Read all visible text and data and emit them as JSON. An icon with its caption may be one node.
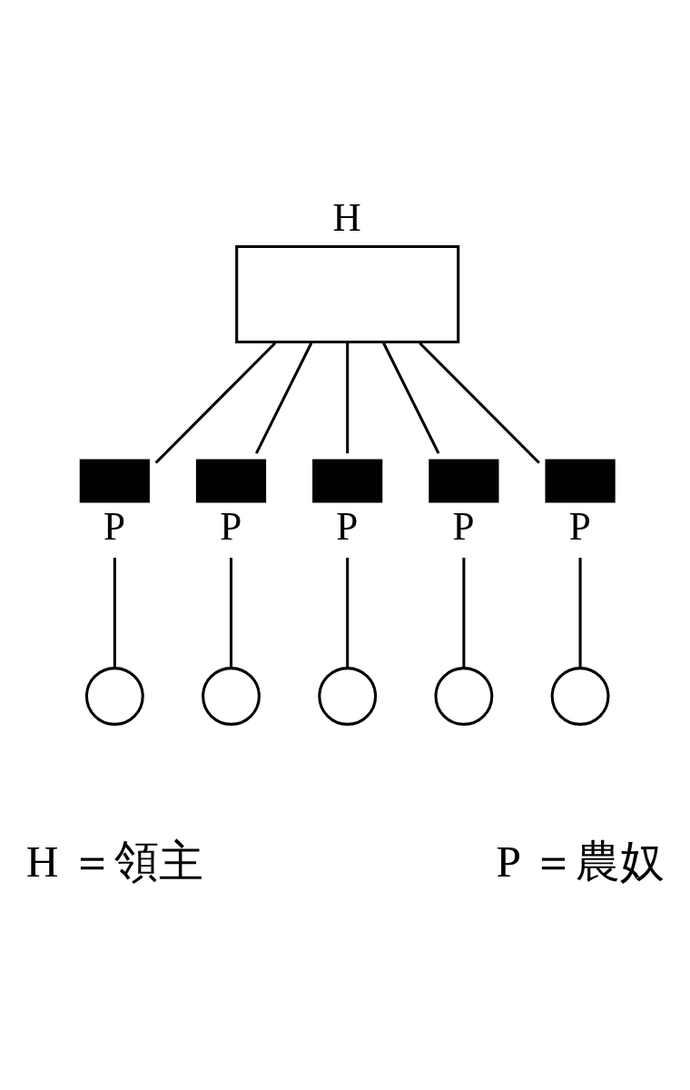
{
  "diagram": {
    "nodes": [
      {
        "text": [
          "H"
        ]
      },
      {
        "text": [
          "P"
        ]
      },
      {
        "text": [
          "P"
        ]
      },
      {
        "text": [
          "P"
        ]
      },
      {
        "text": [
          "P"
        ]
      },
      {
        "text": [
          "P"
        ]
      },
      {
        "text": [],
        "shape": "circle"
      },
      {
        "text": [],
        "shape": "circle"
      },
      {
        "text": [],
        "shape": "circle"
      },
      {
        "text": [],
        "shape": "circle"
      },
      {
        "text": [],
        "shape": "circle"
      }
    ],
    "edges": [
      {
        "from": 0,
        "to": 1,
        "arrow": "none"
      },
      {
        "from": 0,
        "to": 2,
        "arrow": "none"
      },
      {
        "from": 0,
        "to": 3,
        "arrow": "none"
      },
      {
        "from": 0,
        "to": 4,
        "arrow": "none"
      },
      {
        "from": 0,
        "to": 5,
        "arrow": "none"
      },
      {
        "from": 1,
        "to": 6,
        "arrow": "none"
      },
      {
        "from": 2,
        "to": 7,
        "arrow": "none"
      },
      {
        "from": 3,
        "to": 8,
        "arrow": "none"
      },
      {
        "from": 4,
        "to": 9,
        "arrow": "none"
      },
      {
        "from": 5,
        "to": 10,
        "arrow": "none"
      }
    ],
    "labels": [
      "H ＝領主",
      "P ＝農奴"
    ]
  }
}
